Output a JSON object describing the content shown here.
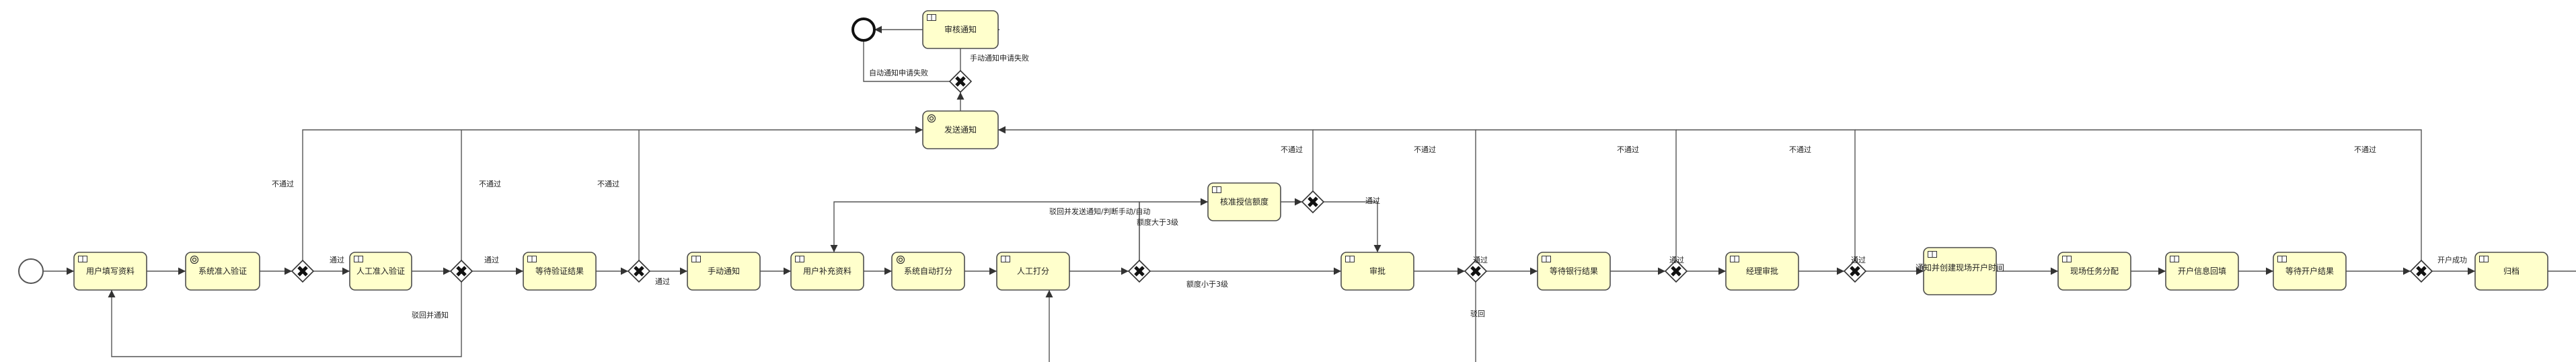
{
  "tasks": {
    "user_fill": "用户填写资料",
    "system_check": "系统准入验证",
    "manual_check": "人工准入验证",
    "wait_result": "等待验证结果",
    "manual_notify": "手动通知",
    "user_supplement": "用户补充资料",
    "system_score": "系统自动打分",
    "manual_score": "人工打分",
    "check_quota": "核准授信额度",
    "approve": "审批",
    "send_notify": "发送通知",
    "wait_bank": "等待银行结果",
    "manager_review": "经理审批",
    "notify_finance": "通知并创建现场开户时间",
    "assign_site": "现场任务分配",
    "open_account_info": "开户信息回填",
    "wait_account": "等待开户结果",
    "archive": "归档",
    "audit_notify": "审核通知"
  },
  "labels": {
    "pass": "通过",
    "fail": "不通过",
    "reject_notify": "驳回并通知",
    "reject": "驳回",
    "score_ge3": "额度大于3级",
    "score_lt3": "额度小于3级",
    "auto_fail": "自动通知申请失败",
    "manual_fail": "手动通知申请失败",
    "return_note": "驳回并发送通知/判断手动/自动",
    "open_success": "开户成功"
  }
}
